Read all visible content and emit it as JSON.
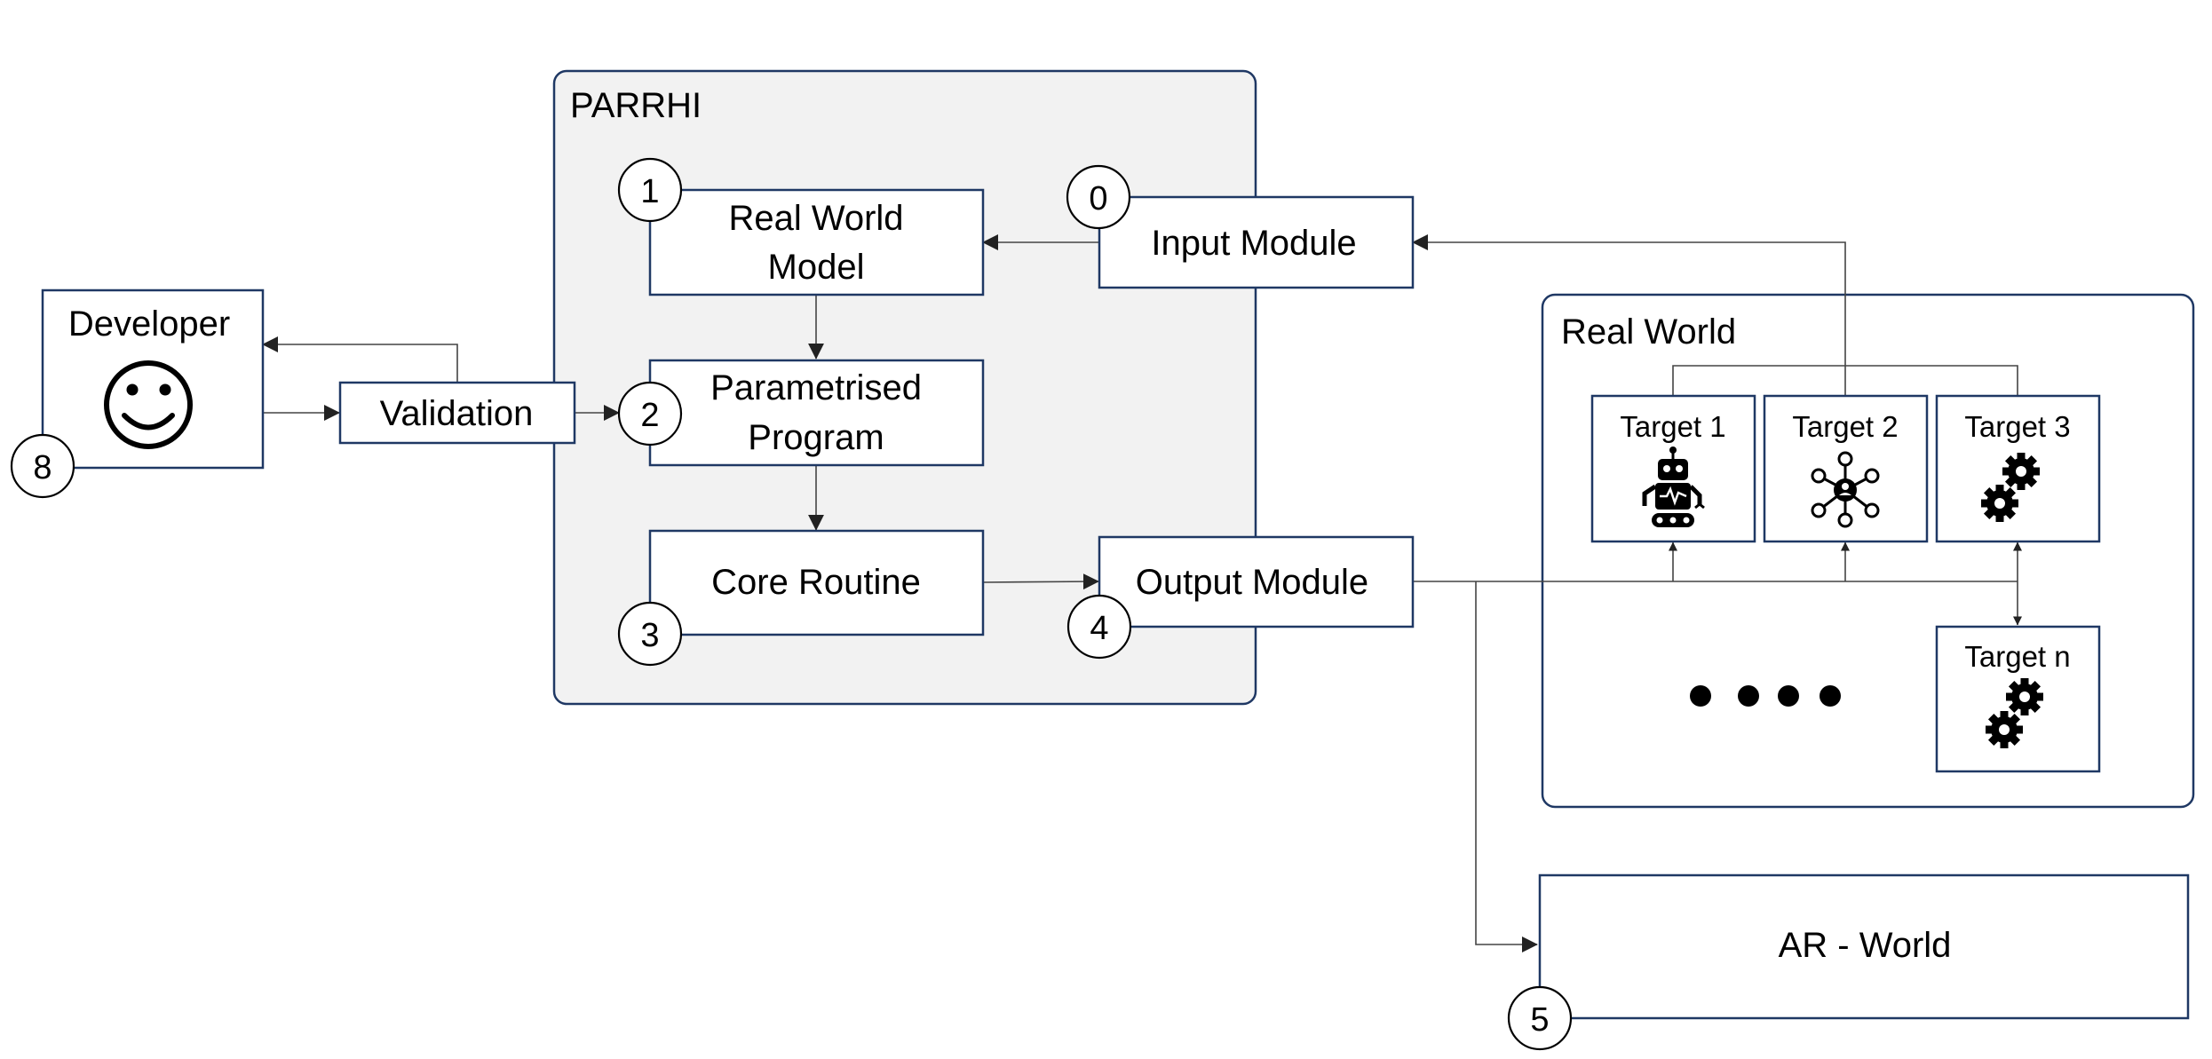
{
  "groups": {
    "parrhi": "PARRHI",
    "real_world": "Real World"
  },
  "nodes": {
    "developer": "Developer",
    "validation": "Validation",
    "real_world_model_line1": "Real World",
    "real_world_model_line2": "Model",
    "parametrised_line1": "Parametrised",
    "parametrised_line2": "Program",
    "core_routine": "Core Routine",
    "input_module": "Input Module",
    "output_module": "Output Module",
    "target1": "Target 1",
    "target2": "Target 2",
    "target3": "Target 3",
    "targetn": "Target n",
    "ar_world": "AR - World"
  },
  "step_numbers": {
    "input": "0",
    "real_world_model": "1",
    "parametrised": "2",
    "core_routine": "3",
    "output": "4",
    "ar_world": "5",
    "developer": "8"
  },
  "icons": {
    "developer": "smiley-icon",
    "target1": "robot-icon",
    "target2": "network-icon",
    "target3": "gears-icon",
    "targetn": "gears-icon",
    "ellipsis": "ellipsis-icon"
  },
  "colors": {
    "box_border": "#1f3864",
    "group_fill": "#f2f2f2",
    "connector": "#444444"
  }
}
